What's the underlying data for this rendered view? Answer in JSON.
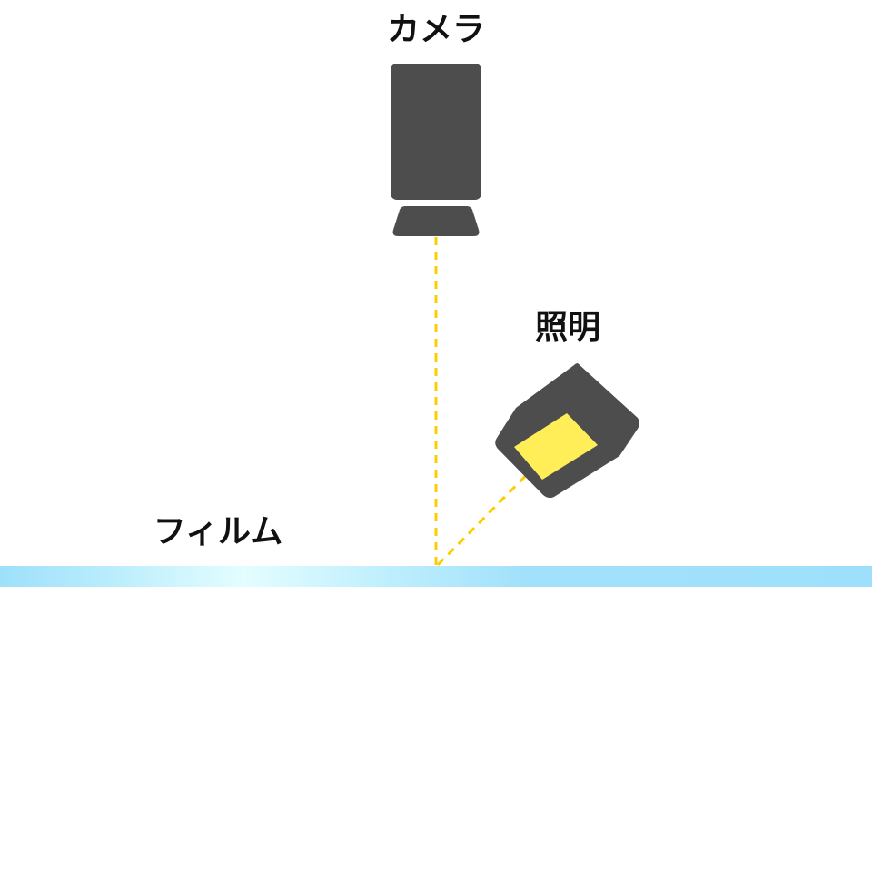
{
  "labels": {
    "camera": "カメラ",
    "light": "照明",
    "film": "フィルム"
  },
  "colors": {
    "device_body": "#4d4d4d",
    "light_emitter": "#ffee58",
    "beam": "#ffcc00",
    "film_edge": "#9ee0fb",
    "film_highlight": "#e4fdff",
    "background": "#ffffff"
  }
}
